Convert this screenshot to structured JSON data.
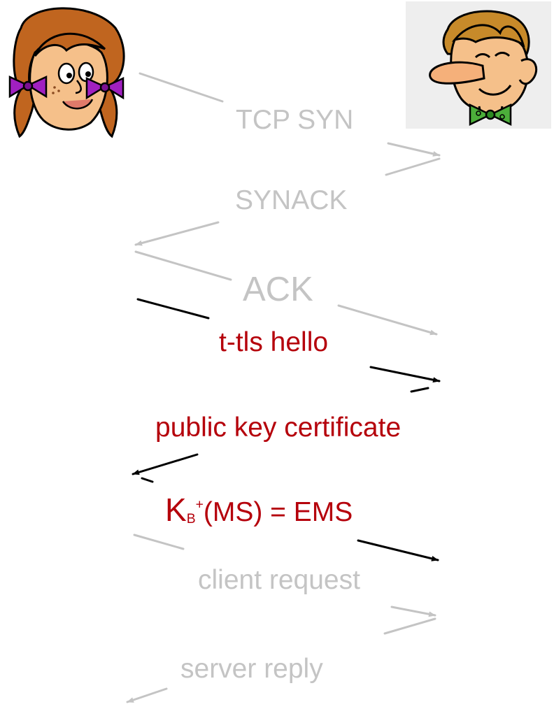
{
  "participants": {
    "client": {
      "icon": "girl-client-icon"
    },
    "server": {
      "icon": "boy-server-icon"
    }
  },
  "colors": {
    "tcp_message": "#c4c4c4",
    "tls_message": "#b5000b",
    "tls_arrow": "#000000"
  },
  "messages": {
    "tcp_syn": "TCP SYN",
    "synack": "SYNACK",
    "ack": "ACK",
    "tls_hello": "t-tls hello",
    "public_key_certificate": "public key certificate",
    "ems": {
      "base": "K",
      "subscript": "B",
      "superscript": "+",
      "rest": "(MS) = EMS"
    },
    "client_request": "client request",
    "server_reply": "server reply"
  }
}
